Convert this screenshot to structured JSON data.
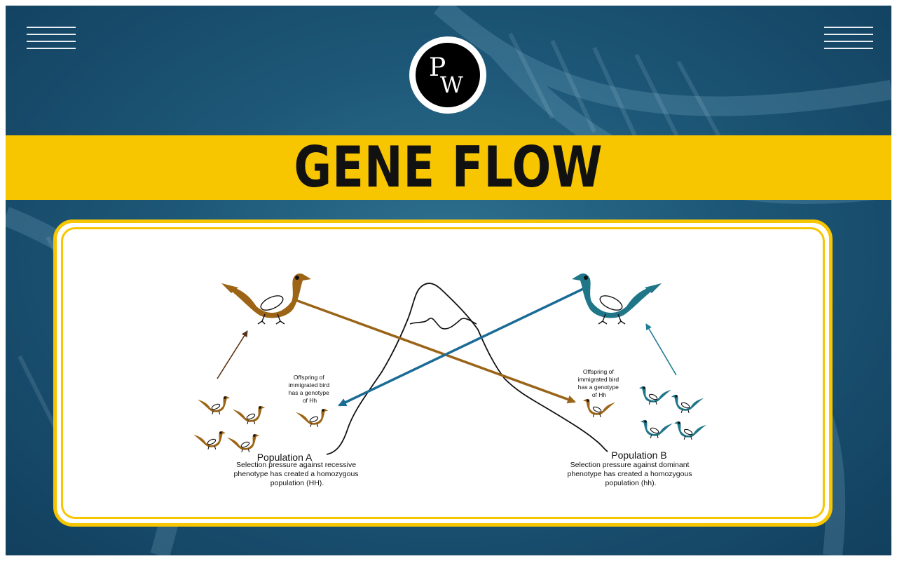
{
  "header": {
    "title": "GENE FLOW",
    "logo_text": "PW"
  },
  "colors": {
    "background": "#1d5777",
    "banner": "#f7c600",
    "card_border": "#f7c600",
    "population_a_bird": "#9c6414",
    "population_b_bird": "#1f7688",
    "arrow_a_to_b": "#9a6418",
    "arrow_b_to_a": "#1a6b96"
  },
  "diagram": {
    "offspring_a_lines": [
      "Offspring of",
      "immigrated bird",
      "has a genotype",
      "of Hh"
    ],
    "offspring_b_lines": [
      "Offspring of",
      "immigrated bird",
      "has a genotype",
      "of Hh"
    ],
    "population_a": {
      "title": "Population A",
      "lines": [
        "Selection pressure against recessive",
        "phenotype has created a homozygous",
        "population (HH)."
      ]
    },
    "population_b": {
      "title": "Population B",
      "lines": [
        "Selection pressure against dominant",
        "phenotype has created a homozygous",
        "population (hh)."
      ]
    }
  }
}
